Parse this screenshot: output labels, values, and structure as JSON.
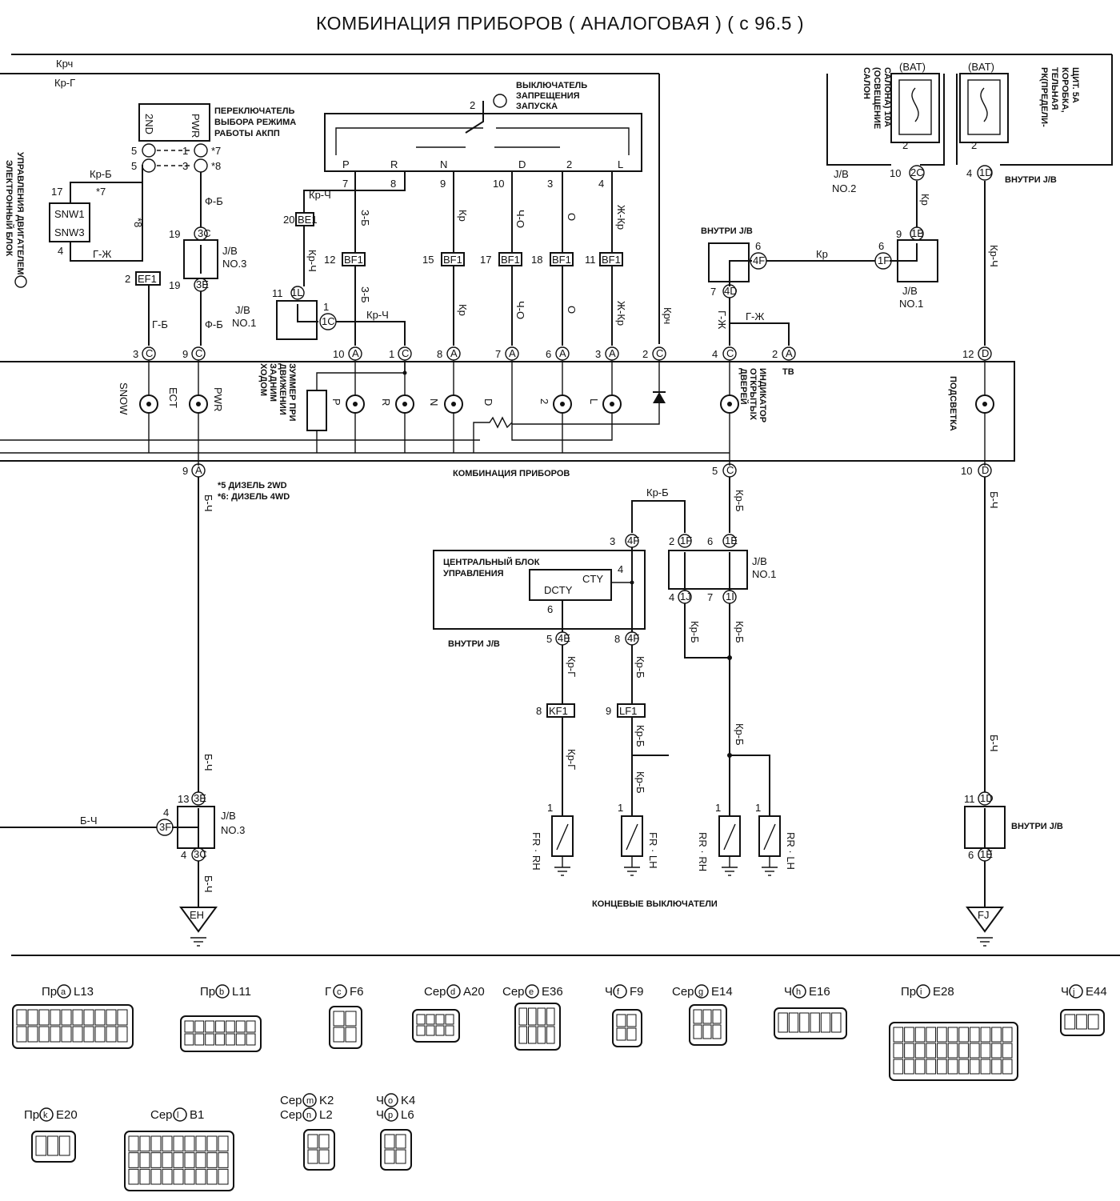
{
  "title": "КОМБИНАЦИЯ ПРИБОРОВ ( АНАЛОГОВАЯ ) ( с 96.5 )",
  "wires": {
    "top1": "Крч",
    "top2": "Кр-Г",
    "krb": "Кр-Б",
    "gzh": "Г-Ж",
    "fb1": "Ф-Б",
    "krch": "Кр-Ч",
    "zb1": "З-Б",
    "kr": "Кр",
    "cho": "Ч-О",
    "o": "О",
    "zhkr": "Ж-Кр",
    "gb": "Г-Б",
    "fb2": "Ф-Б",
    "zb2": "З-Б",
    "krch2": "Кр-Ч",
    "kr2": "Кр",
    "cho2": "Ч-О",
    "o2": "О",
    "zhkr2": "Ж-Кр",
    "krch_v": "Крч",
    "gzh2": "Г-Ж",
    "gzh3": "Г-Ж",
    "kr_bat": "Кр",
    "kr_jb": "Кр",
    "krch_fd": "Кр-Ч",
    "bch1": "Б-Ч",
    "bch2": "Б-Ч",
    "bch3": "Б-Ч",
    "bch4": "Б-Ч",
    "bch5": "Б-Ч",
    "bch6": "Б-Ч",
    "krb_a": "Кр-Б",
    "krb_b": "Кр-Б",
    "krb_c": "Кр-Б",
    "krb_d": "Кр-Б",
    "krb_e": "Кр-Б",
    "krb_f": "Кр-Б",
    "krb_g": "Кр-Б",
    "krg1": "Кр-Г",
    "krg2": "Кр-Г",
    "krb_h": "Кр-Б",
    "krb_i": "Кр-Б"
  },
  "labels": {
    "atm_switch": "ПЕРЕКЛЮЧАТЕЛЬ ВЫБОРА РЕЖИМА РАБОТЫ АКПП",
    "atm_switch_l1": "ПЕРЕКЛЮЧАТЕЛЬ",
    "atm_switch_l2": "ВЫБОРА РЕЖИМА",
    "atm_switch_l3": "РАБОТЫ АКПП",
    "inhibit_l1": "ВЫКЛЮЧАТЕЛЬ",
    "inhibit_l2": "ЗАПРЕЩЕНИЯ",
    "inhibit_l3": "ЗАПУСКА",
    "ecu_l1": "ЭЛЕКТРОННЫЙ БЛОК",
    "ecu_l2": "УПРАВЛЕНИЯ ДВИГАТЕЛЕМ",
    "snw1": "SNW1",
    "snw3": "SNW3",
    "sw_2nd": "2ND",
    "sw_pwr": "PWR",
    "jb3": "J/B",
    "jb3n": "NO.3",
    "jb1": "J/B",
    "jb1n": "NO.1",
    "jb2": "J/B",
    "jb2n": "NO.2",
    "inside_jb": "ВНУТРИ J/B",
    "bat": "(BAT)",
    "salon_l1": "САЛОН",
    "salon_l2": "(ОСВЕЩЕНИЕ",
    "salon_l3": "САЛОНА) 10А",
    "rk_l1": "РК(ПРЕДЕЛИ-",
    "rk_l2": "ТЕЛЬНАЯ",
    "rk_l3": "КОРОБКА,",
    "rk_l4": "ЩИТ. 5А",
    "snow": "SNOW",
    "ect": "ECT",
    "pwr": "PWR",
    "buzzer_l1": "ЗУММЕР ПРИ",
    "buzzer_l2": "ДВИЖЕНИИ",
    "buzzer_l3": "ЗАДНИМ",
    "buzzer_l4": "ХОДОМ",
    "g_p": "P",
    "g_r": "R",
    "g_n": "N",
    "g_d": "D",
    "g_2": "2",
    "g_l": "L",
    "door_l1": "ИНДИКАТОР",
    "door_l2": "ОТКРЫТЫХ",
    "door_l3": "ДВЕРЕЙ",
    "backlight": "ПОДСВЕТКА",
    "tb": "TB",
    "cluster": "КОМБИНАЦИЯ ПРИБОРОВ",
    "note1": "*5 ДИЗЕЛЬ 2WD",
    "note2": "*6: ДИЗЕЛЬ 4WD",
    "central_l1": "ЦЕНТРАЛЬНЫЙ БЛОК",
    "central_l2": "УПРАВЛЕНИЯ",
    "dcty": "DCTY",
    "cty": "CTY",
    "door_sw": "КОНЦЕВЫЕ ВЫКЛЮЧАТЕЛИ",
    "fr_rh": "FR · RH",
    "fr_lh": "FR · LH",
    "rr_rh": "RR · RH",
    "rr_lh": "RR · LH",
    "eh": "EH",
    "fj": "FJ",
    "sw_pos": [
      "P",
      "R",
      "N",
      "D",
      "2",
      "L"
    ]
  },
  "connector_labels": {
    "ef1": "EF1",
    "bf1": "BF1",
    "be1": "BE1",
    "kf1": "KF1",
    "lf1": "LF1",
    "c3c": "3C",
    "c3e": "3E",
    "c1l": "1L",
    "c1c": "1C",
    "c4f": "4F",
    "c4d": "4D",
    "c1f": "1F",
    "c1b": "1B",
    "c2c": "2C",
    "c1d": "1D",
    "c1e": "1E",
    "c1j": "1J",
    "c1i": "1I",
    "c3f": "3F",
    "c4e": "4E",
    "cC": "C",
    "cA": "A",
    "cD": "D"
  },
  "legend": [
    {
      "color": "Пр",
      "letter": "a",
      "code": "L13"
    },
    {
      "color": "Пр",
      "letter": "b",
      "code": "L11"
    },
    {
      "color": "Г",
      "letter": "c",
      "code": "F6"
    },
    {
      "color": "Сер",
      "letter": "d",
      "code": "A20"
    },
    {
      "color": "Сер",
      "letter": "e",
      "code": "E36"
    },
    {
      "color": "Ч",
      "letter": "f",
      "code": "F9"
    },
    {
      "color": "Сер",
      "letter": "g",
      "code": "E14"
    },
    {
      "color": "Ч",
      "letter": "h",
      "code": "E16"
    },
    {
      "color": "Пр",
      "letter": "i",
      "code": "E28"
    },
    {
      "color": "Ч",
      "letter": "j",
      "code": "E44"
    },
    {
      "color": "Пр",
      "letter": "k",
      "code": "E20"
    },
    {
      "color": "Сер",
      "letter": "l",
      "code": "B1"
    },
    {
      "color": "Сер",
      "letter": "m",
      "code": "K2"
    },
    {
      "color": "Сер",
      "letter": "n",
      "code": "L2"
    },
    {
      "color": "Ч",
      "letter": "o",
      "code": "K4"
    },
    {
      "color": "Ч",
      "letter": "p",
      "code": "L6"
    }
  ],
  "pins": {
    "p1": "1",
    "p2": "2",
    "p3": "3",
    "p4": "4",
    "p5": "5",
    "p6": "6",
    "p7": "7",
    "p8": "8",
    "p9": "9",
    "p10": "10",
    "p11": "11",
    "p12": "12",
    "p13": "13",
    "p15": "15",
    "p17": "17",
    "p18": "18",
    "p19": "19",
    "p20": "20",
    "s7": "*7",
    "s8": "*8"
  }
}
